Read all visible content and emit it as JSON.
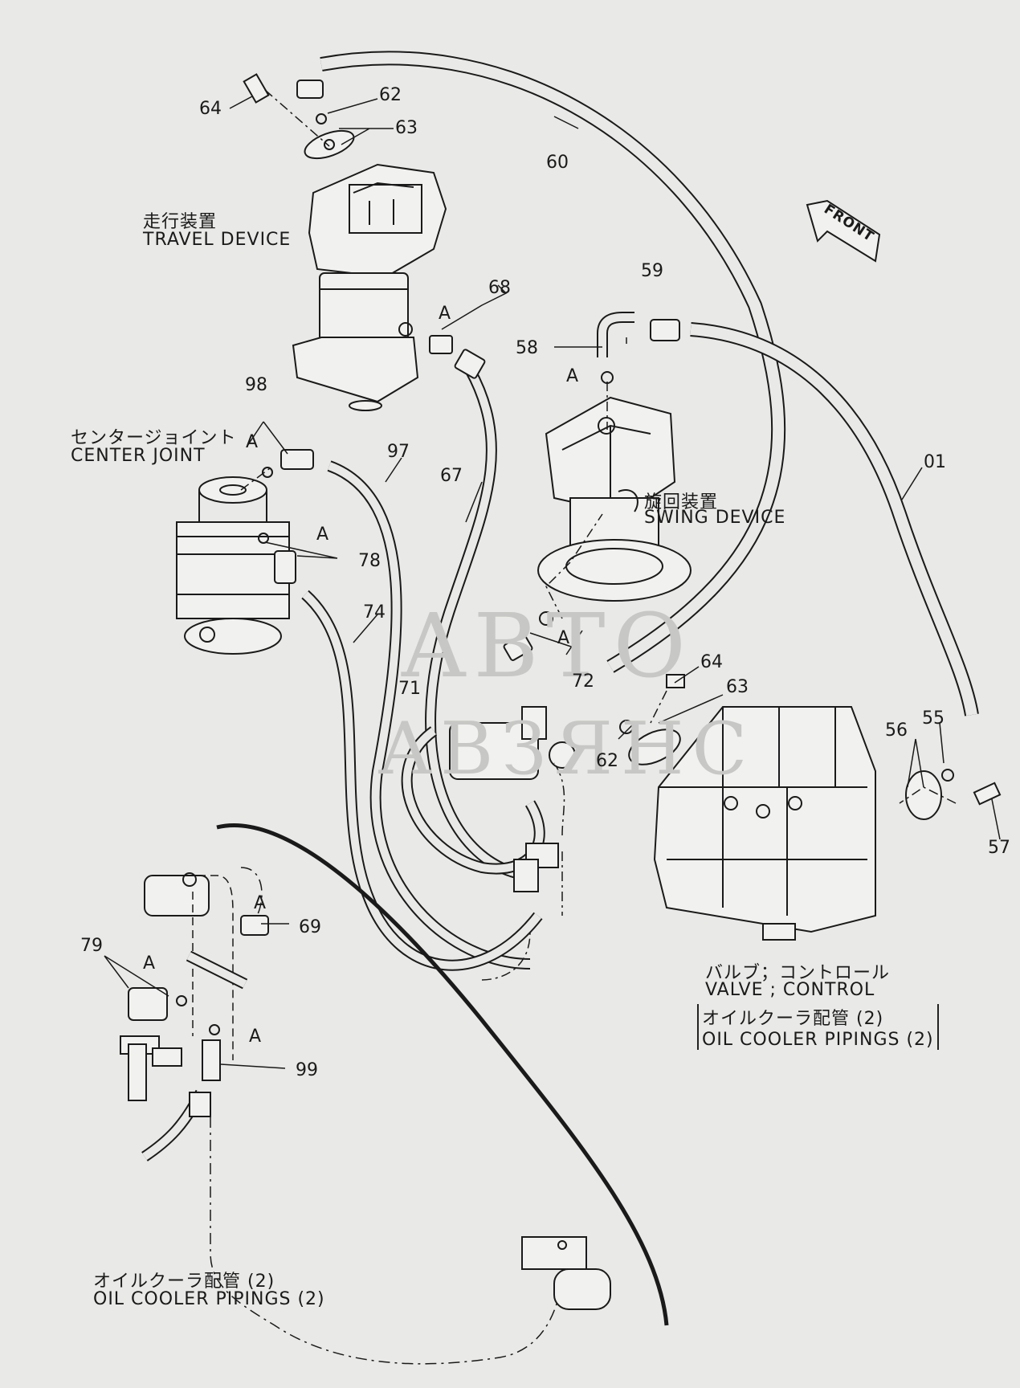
{
  "front_marker": "FRONT",
  "watermark": {
    "line1": "ABTO",
    "line2": "АВЗЯНС"
  },
  "components": {
    "travel_device": {
      "jp": "走行装置",
      "en": "TRAVEL DEVICE"
    },
    "center_joint": {
      "jp": "センタージョイント",
      "en": "CENTER JOINT"
    },
    "swing_device": {
      "jp": "旋回装置",
      "en": "SWING DEVICE"
    },
    "control_valve": {
      "jp": "バルブ；コントロール",
      "en": "VALVE ; CONTROL"
    },
    "oil_cooler_right": {
      "jp": "オイルクーラ配管 (2)",
      "en": "OIL COOLER PIPINGS (2)"
    },
    "oil_cooler_left": {
      "jp": "オイルクーラ配管 (2)",
      "en": "OIL COOLER PIPINGS (2)"
    }
  },
  "sub_marker": "A",
  "parts": {
    "p64a": "64",
    "p62a": "62",
    "p63a": "63",
    "p60": "60",
    "p68": "68",
    "p59": "59",
    "p58": "58",
    "p98": "98",
    "p97": "97",
    "p67": "67",
    "p01": "01",
    "p78": "78",
    "p74": "74",
    "p71": "71",
    "p72": "72",
    "p64b": "64",
    "p63b": "63",
    "p62b": "62",
    "p56": "56",
    "p55": "55",
    "p57": "57",
    "p69": "69",
    "p79": "79",
    "p99": "99"
  }
}
